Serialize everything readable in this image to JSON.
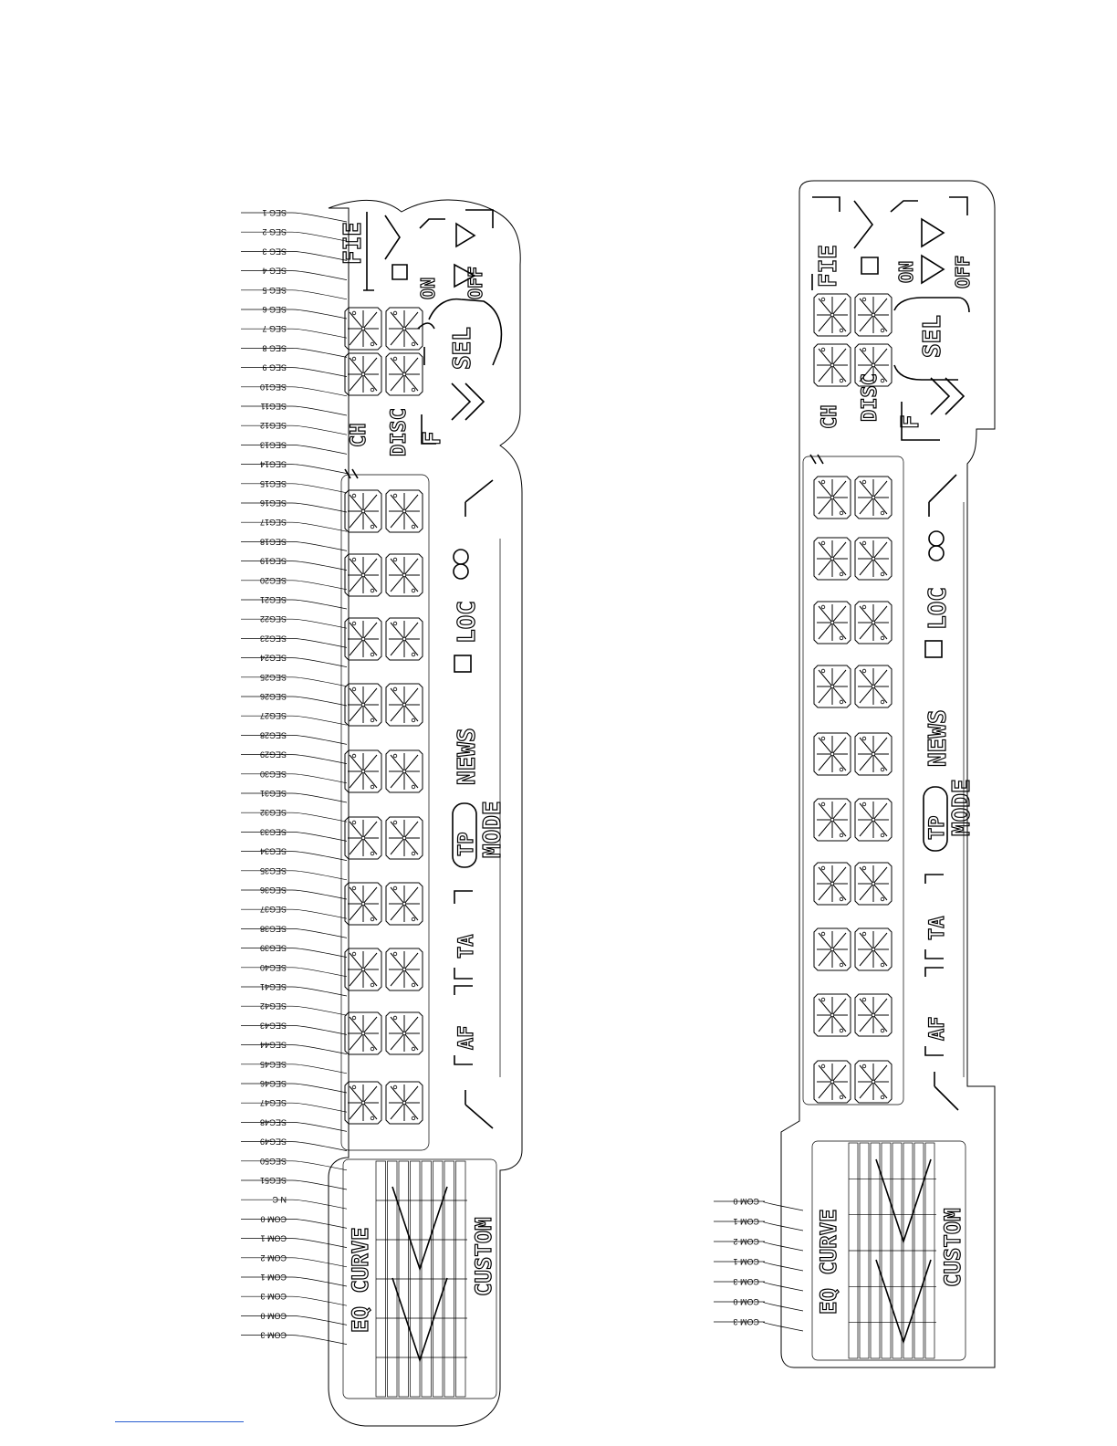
{
  "left_pins": [
    "SEG 1",
    "SEG 2",
    "SEG 3",
    "SEG 4",
    "SEG 5",
    "SEG 6",
    "SEG 7",
    "SEG 8",
    "SEG 9",
    "SEG10",
    "SEG11",
    "SEG12",
    "SEG13",
    "SEG14",
    "SEG15",
    "SEG16",
    "SEG17",
    "SEG18",
    "SEG19",
    "SEG20",
    "SEG21",
    "SEG22",
    "SEG23",
    "SEG24",
    "SEG25",
    "SEG26",
    "SEG27",
    "SEG28",
    "SEG29",
    "SEG30",
    "SEG31",
    "SEG32",
    "SEG33",
    "SEG34",
    "SEG35",
    "SEG36",
    "SEG37",
    "SEG38",
    "SEG39",
    "SEG40",
    "SEG41",
    "SEG42",
    "SEG43",
    "SEG44",
    "SEG45",
    "SEG46",
    "SEG47",
    "SEG48",
    "SEG49",
    "SEG50",
    "SEG51",
    "N C",
    "COM 0",
    "COM 1",
    "COM 2",
    "COM 1",
    "COM 3",
    "COM 0",
    "COM 3"
  ],
  "right_pins": [
    "COM 0",
    "COM 1",
    "COM 2",
    "COM 1",
    "COM 3",
    "COM 0",
    "COM 3"
  ],
  "indicators": {
    "fie": "FIE",
    "on": "ON",
    "off": "OFF",
    "sel": "SEL",
    "ch": "CH",
    "disc": "DISC",
    "f": "F",
    "loc": "LOC",
    "news": "NEWS",
    "mode": "MODE",
    "tp": "TP",
    "ta": "TA",
    "af": "AF",
    "eq_curve": "EQ CURVE",
    "custom": "CUSTOM"
  }
}
